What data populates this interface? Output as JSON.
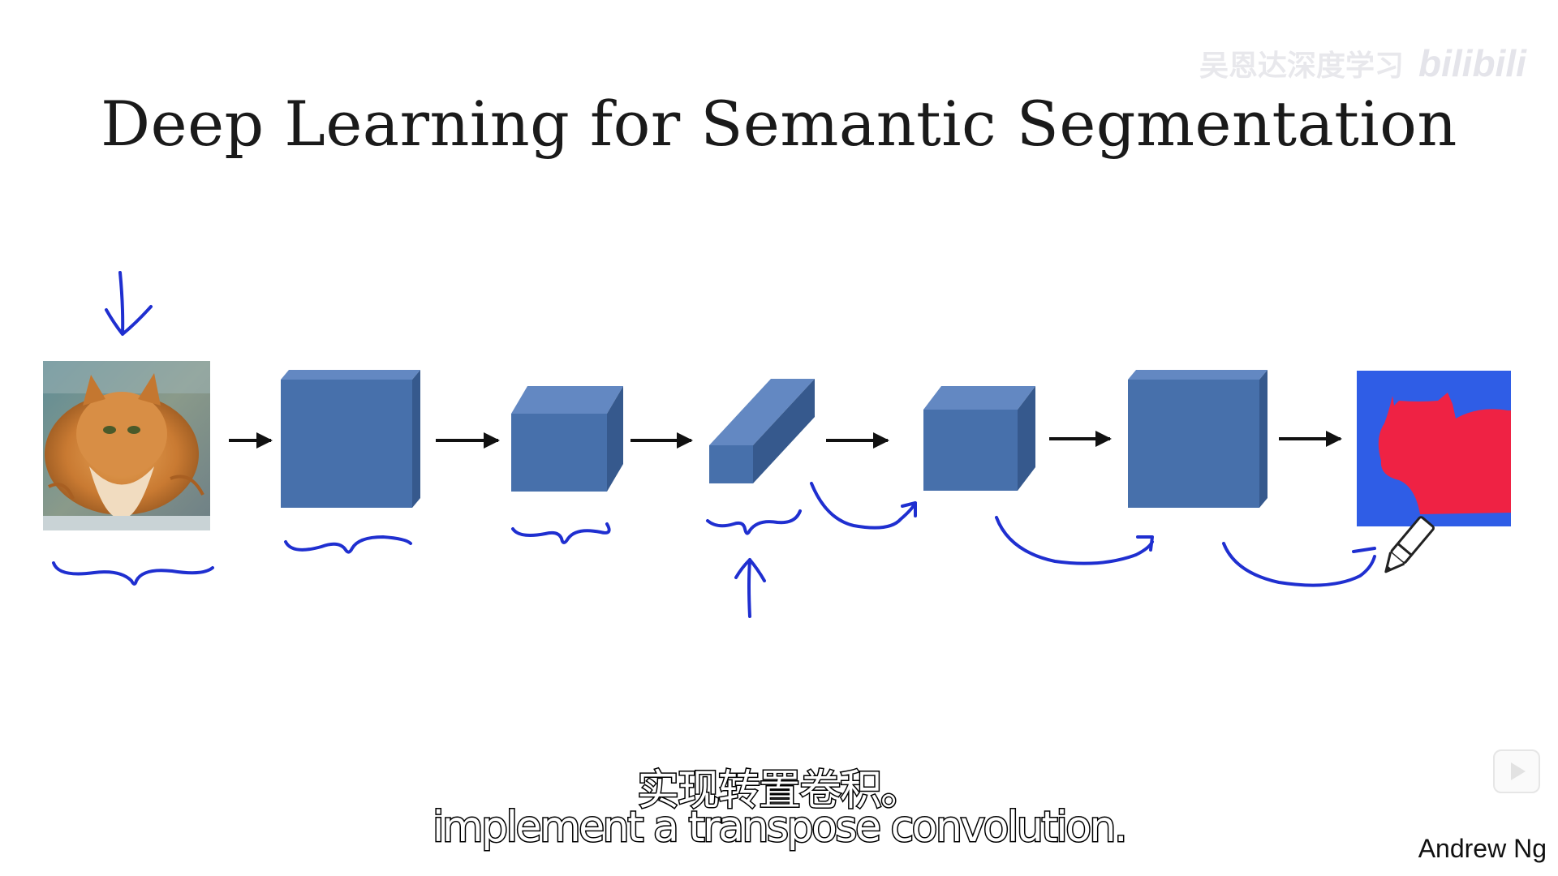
{
  "slide": {
    "title": "Deep Learning for Semantic Segmentation",
    "author": "Andrew Ng"
  },
  "watermark": {
    "text": "吴恩达深度学习",
    "brand": "bilibili"
  },
  "subtitles": {
    "zh": "实现转置卷积。",
    "en": "implement a transpose convolution."
  },
  "diagram": {
    "input_image": "cat photo",
    "output_image": "segmentation mask",
    "colors": {
      "block_front": "#4770ab",
      "block_top": "#6388c2",
      "block_side": "#36598d",
      "ink": "#1f2fd0",
      "arrow": "#111111",
      "mask_background": "#2f5de6",
      "mask_object": "#ef2244"
    }
  },
  "icons": [
    "pencil-icon",
    "play-icon"
  ]
}
